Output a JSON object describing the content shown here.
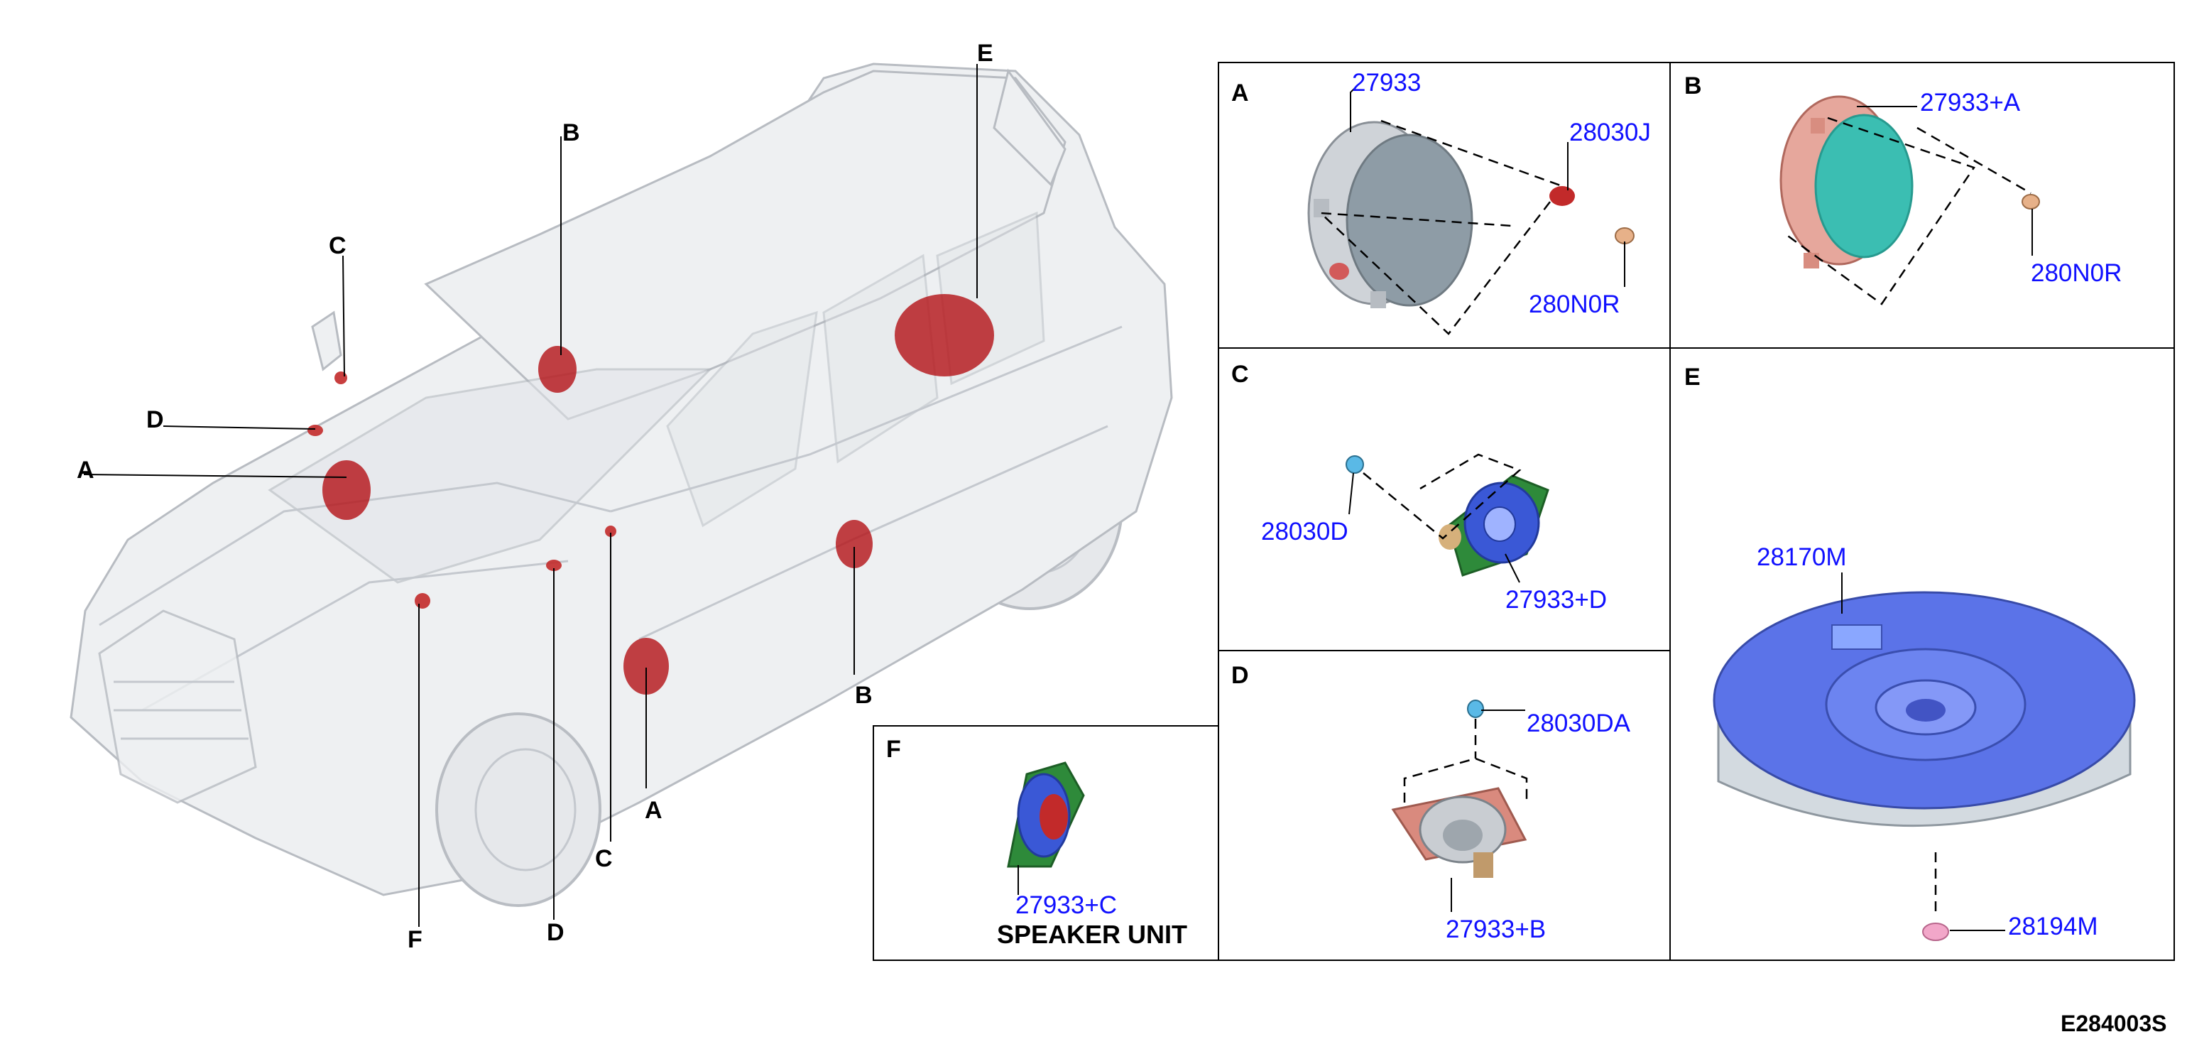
{
  "figure_id": "E284003S",
  "vehicle_callouts": {
    "A_upper": "A",
    "A_lower": "A",
    "B_upper": "B",
    "B_lower": "B",
    "C_upper": "C",
    "C_lower": "C",
    "D_upper": "D",
    "D_lower": "D",
    "E": "E",
    "F": "F"
  },
  "panels": {
    "A": {
      "label": "A",
      "parts": [
        "27933",
        "28030J",
        "280N0R"
      ]
    },
    "B": {
      "label": "B",
      "parts": [
        "27933+A",
        "280N0R"
      ]
    },
    "C": {
      "label": "C",
      "parts": [
        "28030D",
        "27933+D"
      ]
    },
    "D": {
      "label": "D",
      "parts": [
        "28030DA",
        "27933+B"
      ]
    },
    "E": {
      "label": "E",
      "parts": [
        "28170M",
        "28194M"
      ]
    },
    "F": {
      "label": "F",
      "parts": [
        "27933+C"
      ],
      "caption": "SPEAKER UNIT"
    }
  },
  "colors": {
    "part_number": "#1010ff",
    "speaker_highlight": "#b5161b"
  }
}
